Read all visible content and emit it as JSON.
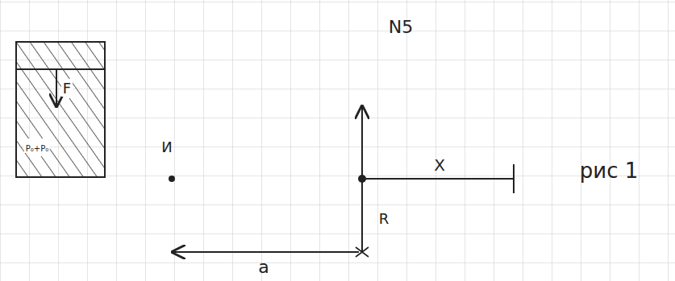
{
  "diagram": {
    "labels": [
      "N5",
      "F",
      "P₀+P₀",
      "И",
      "X",
      "R",
      "a",
      "рис 1"
    ]
  }
}
